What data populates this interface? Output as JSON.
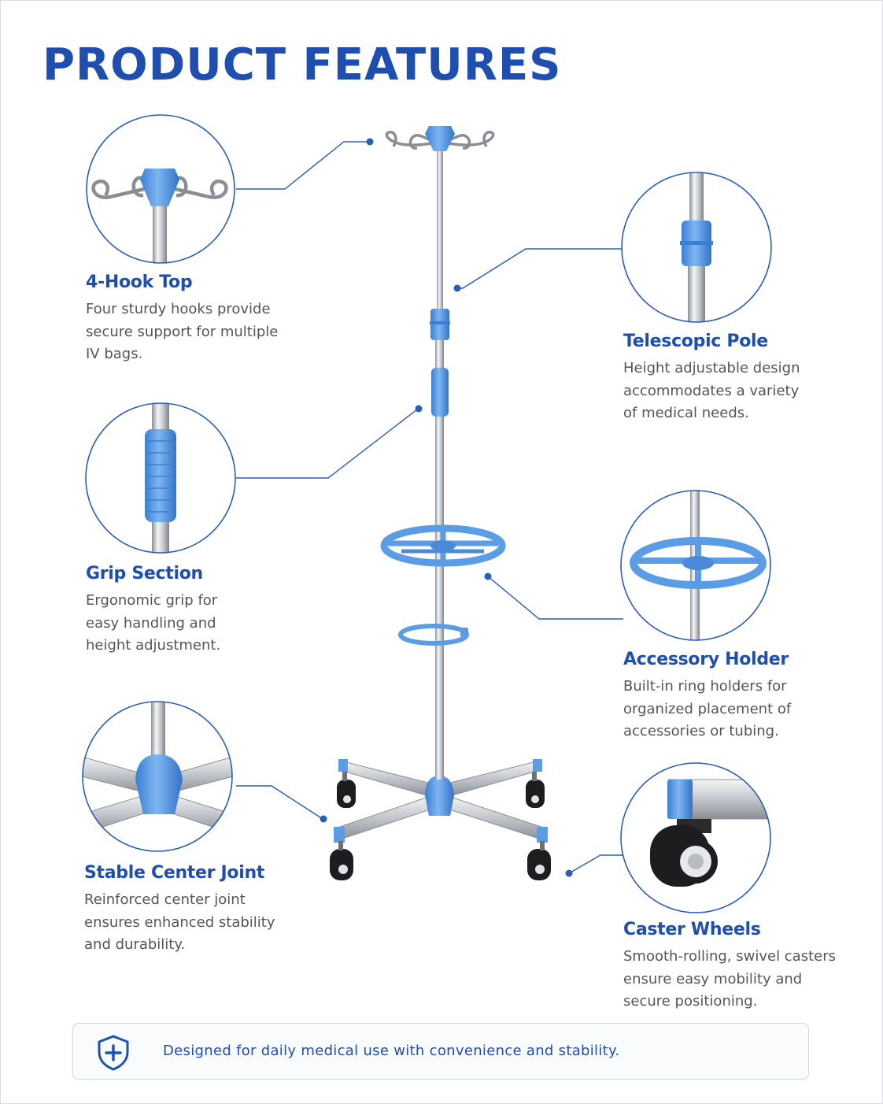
{
  "page": {
    "title": "PRODUCT FEATURES",
    "accent_color": "#1e4fb0",
    "plastic_color": "#5b9ce6"
  },
  "features": {
    "hook_top": {
      "title": "4-Hook Top",
      "lines": [
        "Four sturdy hooks provide",
        "secure support for multiple",
        "IV bags."
      ]
    },
    "telescopic_pole": {
      "title": "Telescopic Pole",
      "lines": [
        "Height adjustable design",
        "accommodates a variety",
        "of medical needs."
      ]
    },
    "grip_section": {
      "title": "Grip Section",
      "lines": [
        "Ergonomic grip for",
        "easy handling and",
        "height adjustment."
      ]
    },
    "accessory_holder": {
      "title": "Accessory Holder",
      "lines": [
        "Built-in ring holders for",
        "organized placement of",
        "accessories or tubing."
      ]
    },
    "center_joint": {
      "title": "Stable Center Joint",
      "lines": [
        "Reinforced center joint",
        "ensures enhanced stability",
        "and durability."
      ]
    },
    "caster_wheels": {
      "title": "Caster Wheels",
      "lines": [
        "Smooth-rolling, swivel casters",
        "ensure easy mobility and",
        "secure positioning."
      ]
    }
  },
  "banner": {
    "icon": "shield-plus-icon",
    "text": "Designed for daily medical use with convenience and stability."
  }
}
